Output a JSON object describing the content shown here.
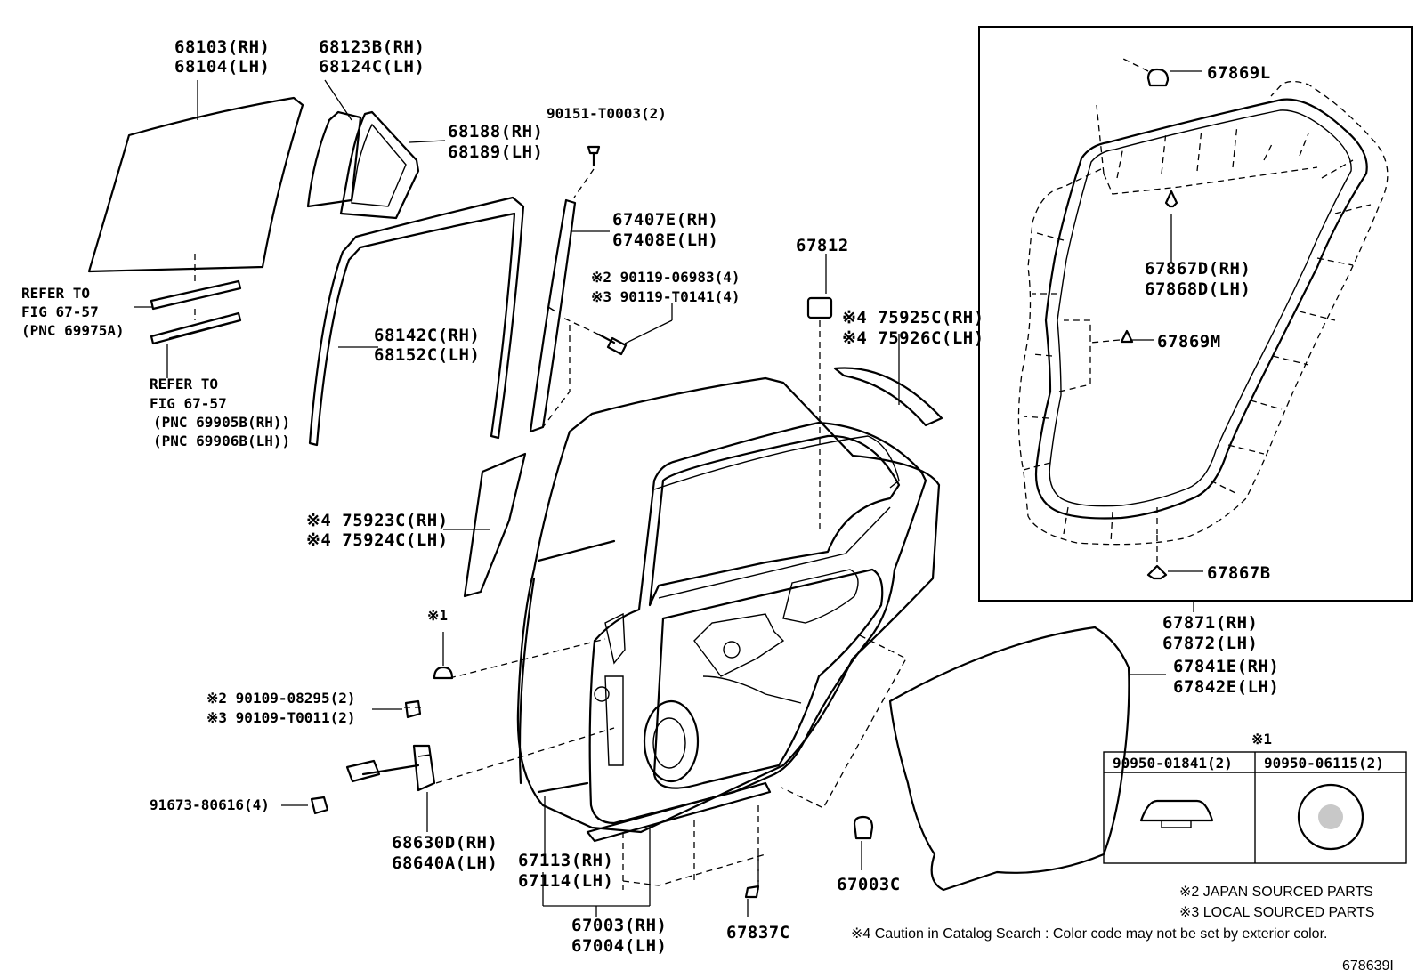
{
  "labels": {
    "p68103": "68103(RH)",
    "p68104": "68104(LH)",
    "p68123b": "68123B(RH)",
    "p68124c": "68124C(LH)",
    "p68188": "68188(RH)",
    "p68189": "68189(LH)",
    "p90151": "90151-T0003(2)",
    "p67407e": "67407E(RH)",
    "p67408e": "67408E(LH)",
    "p90119a": "※2 90119-06983(4)",
    "p90119b": "※3 90119-T0141(4)",
    "p67812": "67812",
    "p75925c": "※4 75925C(RH)",
    "p75926c": "※4 75926C(LH)",
    "refer1_line1": "REFER TO",
    "refer1_line2": "FIG 67-57",
    "refer1_line3": "(PNC 69975A)",
    "refer2_line1": "REFER TO",
    "refer2_line2": "FIG 67-57",
    "refer2_line3": "(PNC 69905B(RH))",
    "refer2_line4": "(PNC 69906B(LH))",
    "p68142c": "68142C(RH)",
    "p68152c": "68152C(LH)",
    "p75923c": "※4 75923C(RH)",
    "p75924c": "※4 75924C(LH)",
    "mark1": "※1",
    "p90109a": "※2 90109-08295(2)",
    "p90109b": "※3 90109-T0011(2)",
    "p91673": "91673-80616(4)",
    "p68630d": "68630D(RH)",
    "p68640a": "68640A(LH)",
    "p67113": "67113(RH)",
    "p67114": "67114(LH)",
    "p67003": "67003(RH)",
    "p67004": "67004(LH)",
    "p67837c": "67837C",
    "p67003c": "67003C",
    "p67869l": "67869L",
    "p67867d": "67867D(RH)",
    "p67868d": "67868D(LH)",
    "p67869m": "67869M",
    "p67867b": "67867B",
    "p67871": "67871(RH)",
    "p67872": "67872(LH)",
    "p67841e": "67841E(RH)",
    "p67842e": "67842E(LH)"
  },
  "clip_table": {
    "mark": "※1",
    "col1": "90950-01841(2)",
    "col2": "90950-06115(2)"
  },
  "notes": {
    "n2": "※2 JAPAN SOURCED PARTS",
    "n3": "※3 LOCAL SOURCED PARTS",
    "n4": "※4 Caution in Catalog Search : Color code may not be set by exterior color."
  },
  "figure_id": "678639I"
}
